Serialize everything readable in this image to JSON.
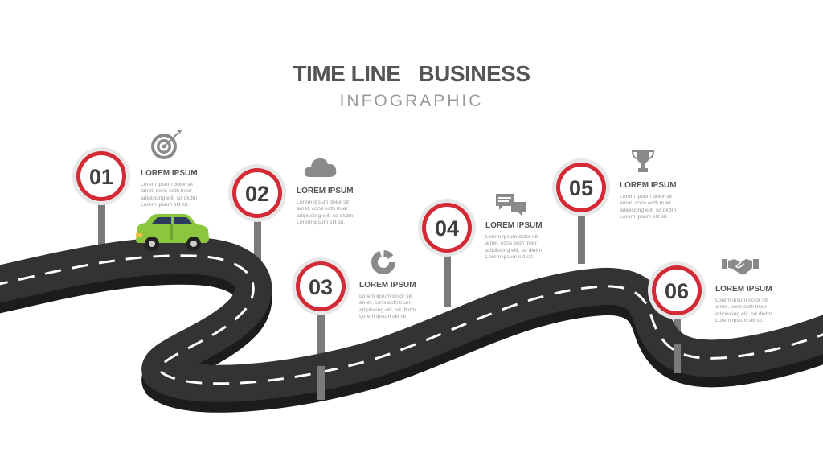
{
  "title": {
    "left": "TIME LINE",
    "right": "BUSINESS"
  },
  "subtitle": "INFOGRAPHIC",
  "colors": {
    "road": "#333333",
    "road_edge": "#1c1c1c",
    "sign_ring": "#d32a36",
    "car": "#8cc63f",
    "text_dark": "#555555",
    "text_light": "#9a9a9a"
  },
  "steps": [
    {
      "number": "01",
      "heading": "LOREM IPSUM",
      "icon": "target-icon",
      "lines": [
        "Lorem ipsum dolor sit",
        "amet, cons ecth truer",
        "adipiscing elit, sd dkdm",
        "Lorem ipsum slit sit."
      ]
    },
    {
      "number": "02",
      "heading": "LOREM IPSUM",
      "icon": "cloud-icon",
      "lines": [
        "Lorem ipsum dolor sit",
        "amet, cons ecth truer",
        "adipiscing elit, sd dkdm",
        "Lorem ipsum slit sit."
      ]
    },
    {
      "number": "03",
      "heading": "LOREM IPSUM",
      "icon": "donut-chart-icon",
      "lines": [
        "Lorem ipsum dolor sit",
        "amet, cons ecth truer",
        "adipiscing elit, sd dkdm",
        "Lorem ipsum slit sit."
      ]
    },
    {
      "number": "04",
      "heading": "LOREM IPSUM",
      "icon": "chat-bubbles-icon",
      "lines": [
        "Lorem ipsum dolor sit",
        "amet, cons ecth truer",
        "adipiscing elit, sd dkdm",
        "Lorem ipsum slit sit."
      ]
    },
    {
      "number": "05",
      "heading": "LOREM IPSUM",
      "icon": "trophy-icon",
      "lines": [
        "Lorem ipsum dolor sit",
        "amet, cons ecth truer",
        "adipiscing elit, sd dkdm",
        "Lorem ipsum slit sit."
      ]
    },
    {
      "number": "06",
      "heading": "LOREM IPSUM",
      "icon": "handshake-icon",
      "lines": [
        "Lorem ipsum dolor sit",
        "amet, cons ecth truer",
        "adipiscing elit, sd dkdm",
        "Lorem ipsum slit sit."
      ]
    }
  ]
}
